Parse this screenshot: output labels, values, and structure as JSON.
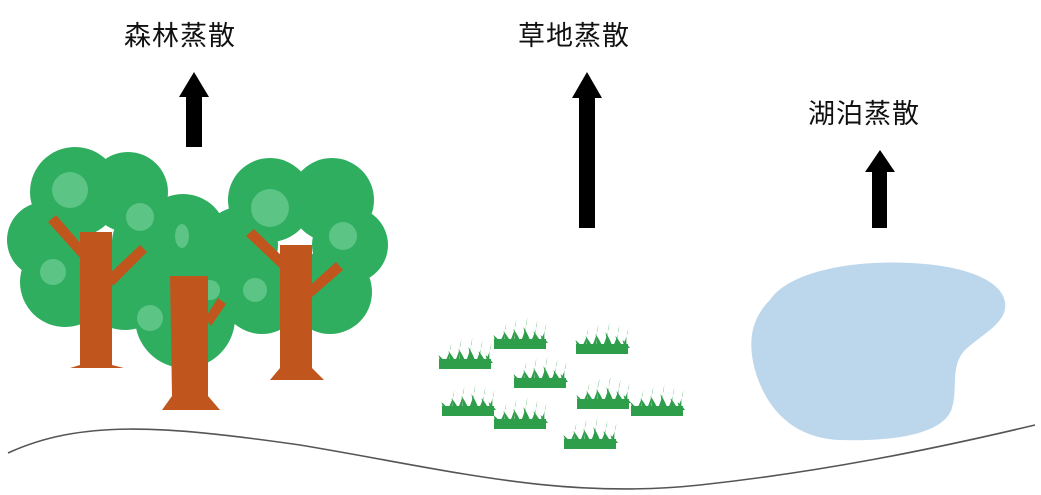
{
  "labels": {
    "forest": "森林蒸散",
    "grassland": "草地蒸散",
    "lake": "湖泊蒸散"
  },
  "colors": {
    "tree_canopy": "#2fae5f",
    "tree_canopy_highlight": "#5cc485",
    "tree_trunk": "#c0561e",
    "grass": "#2e9e4b",
    "lake_water": "#bcd6ec",
    "arrow": "#000000",
    "ground_line": "#555555"
  },
  "icons": [
    "forest-trees-icon",
    "grass-tufts-icon",
    "lake-icon",
    "up-arrow-icon"
  ]
}
